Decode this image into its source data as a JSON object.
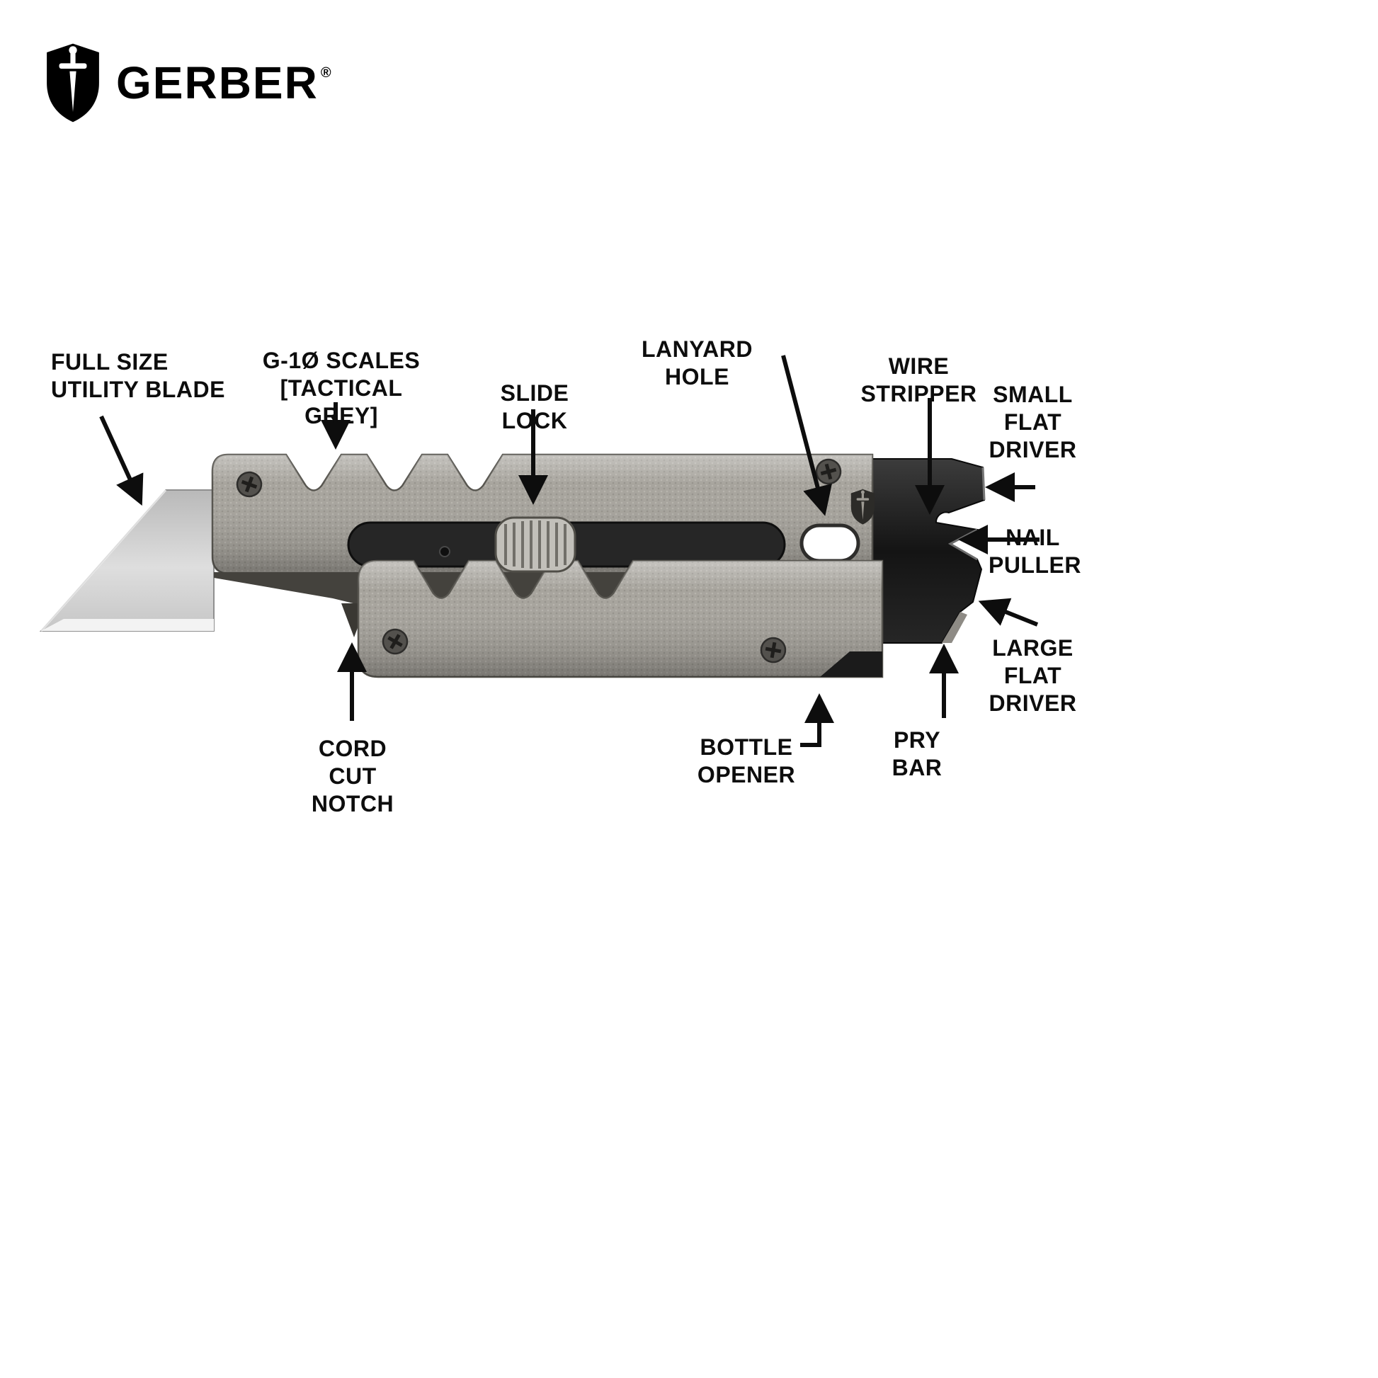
{
  "brand": {
    "name": "GERBER",
    "registered": "®",
    "icon": "gerber-shield-sword"
  },
  "labels": {
    "full_size_utility_blade": "FULL SIZE\nUTILITY BLADE",
    "g10_scales": "G-1Ø SCALES\n[TACTICAL GREY]",
    "slide_lock": "SLIDE LOCK",
    "lanyard_hole": "LANYARD HOLE",
    "wire_stripper": "WIRE\nSTRIPPER",
    "small_flat_driver": "SMALL\nFLAT\nDRIVER",
    "nail_puller": "NAIL\nPULLER",
    "large_flat_driver": "LARGE\nFLAT\nDRIVER",
    "pry_bar": "PRY\nBAR",
    "bottle_opener": "BOTTLE\nOPENER",
    "cord_cut_notch": "CORD CUT\nNOTCH"
  },
  "colors": {
    "background": "#ffffff",
    "text": "#0d0d0d",
    "scale_grey": "#a7a49d",
    "metal_black": "#1b1b1b",
    "blade_silver": "#d8d8d8",
    "arrow": "#0d0d0d"
  }
}
